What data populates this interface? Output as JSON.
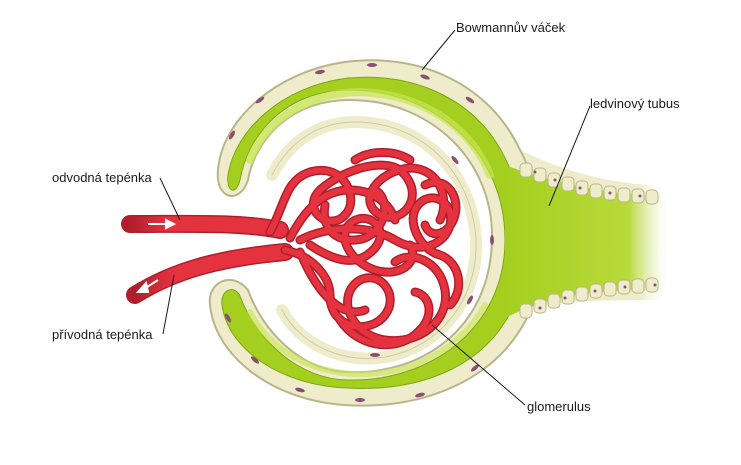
{
  "labels": {
    "bowman": "Bowmannův váček",
    "tubus": "ledvinový tubus",
    "odvodna": "odvodná tepénka",
    "privodna": "přívodná tepénka",
    "glomerulus": "glomerulus"
  },
  "colors": {
    "capsule_green": "#a4cf1f",
    "capsule_highlight": "#c8e650",
    "epithelium": "#eeeccb",
    "epithelium_edge": "#b9b58a",
    "nucleus": "#8b4f74",
    "vessel": "#e5323f",
    "vessel_edge": "#b01e2b",
    "leader_line": "#1a1a1a"
  }
}
